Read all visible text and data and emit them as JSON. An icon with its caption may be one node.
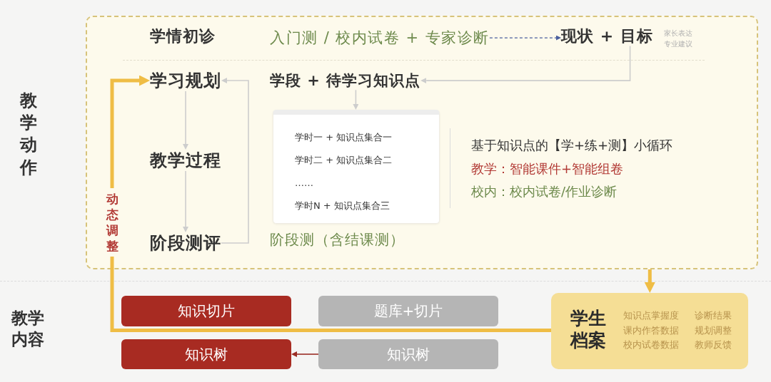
{
  "diagram": {
    "nodes": [
      {
        "text": [],
        "shape": "box"
      },
      {
        "text": [
          "学情初诊"
        ],
        "in": 0
      },
      {
        "text": [
          "入门测 / 校内试卷 + 专家诊断"
        ],
        "in": 0
      },
      {
        "text": [
          "现状 + 目标"
        ],
        "beside": [
          "家长表达",
          "专业建议"
        ],
        "in": 0
      },
      {
        "text": [
          "学习规划"
        ],
        "in": 0
      },
      {
        "text": [
          "学段 + 待学习知识点"
        ],
        "in": 0
      },
      {
        "text": [
          "教学过程"
        ],
        "in": 0
      },
      {
        "text": [
          "学时一 + 知识点集合一",
          "学时二 + 知识点集合二",
          "……",
          "学时N + 知识点集合三"
        ],
        "beside": [
          "阶段测（含结课测）"
        ],
        "in": 0
      },
      {
        "text": [
          "阶段测评"
        ],
        "in": 0
      },
      {
        "text": [
          "知识切片"
        ]
      },
      {
        "text": [
          "题库+切片"
        ]
      },
      {
        "text": [
          "学生档案",
          "知识点掌握度",
          "诊断结果",
          "课内作答数据",
          "规划调整",
          "校内试卷数据",
          "教师反馈"
        ]
      },
      {
        "text": [
          "知识树"
        ]
      },
      {
        "text": [
          "知识树"
        ]
      }
    ],
    "edges": [
      {
        "from": 2,
        "to": 3,
        "arrow": "to",
        "style": "dashed",
        "color": "#4a5f9e"
      },
      {
        "from": 3,
        "to": 5,
        "arrow": "to"
      },
      {
        "from": 5,
        "to": 7,
        "arrow": "to"
      },
      {
        "from": 4,
        "to": 6,
        "arrow": "to"
      },
      {
        "from": 6,
        "to": 8,
        "arrow": "to"
      },
      {
        "from": 8,
        "to": 4,
        "arrow": "to"
      },
      {
        "from": 0,
        "to": 11,
        "arrow": "to",
        "style": "thick",
        "color": "#efbd45"
      },
      {
        "from": 11,
        "to": 4,
        "arrow": "to",
        "style": "thick",
        "color": "#efbd45",
        "label": "动态调整"
      },
      {
        "from": 13,
        "to": 12,
        "arrow": "to",
        "color": "#9b2d25"
      }
    ],
    "labels": [
      "教学动作",
      "基于知识点的【学+练+测】小循环",
      "教学：智能课件+智能组卷",
      "校内：校内试卷/作业诊断",
      "教学内容"
    ]
  }
}
